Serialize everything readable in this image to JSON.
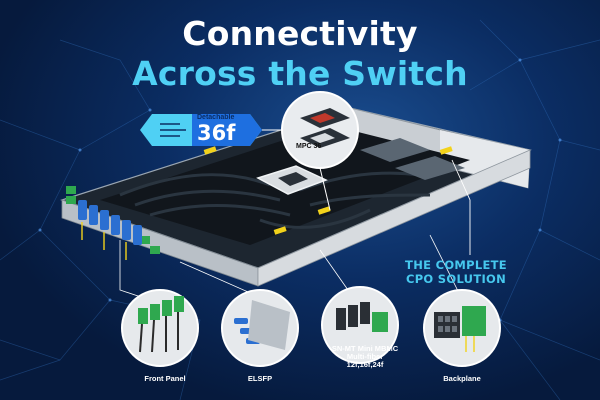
{
  "title": {
    "line1": "Connectivity",
    "line2": "Across the Switch"
  },
  "badge": {
    "small_text": "Detachable",
    "big_text": "36f"
  },
  "callout": {
    "mpc_label": "MPC 36"
  },
  "tagline": {
    "line1": "THE COMPLETE",
    "line2": "CPO SOLUTION"
  },
  "captions": {
    "front_panel": "Front Panel",
    "elsfp": "ELSFP",
    "snmt_line1": "SN-MT Mini MBMC",
    "snmt_line2": "Multi-fiber",
    "snmt_line3": "12f,16f,24f",
    "backplane": "Backplane"
  },
  "colors": {
    "background": "#061a3d",
    "accent_cyan": "#4fd0f4",
    "title_white": "#ffffff",
    "connector_green": "#2fa84f",
    "connector_blue": "#2b6fd1",
    "highlight_yellow": "#f2d21b"
  }
}
